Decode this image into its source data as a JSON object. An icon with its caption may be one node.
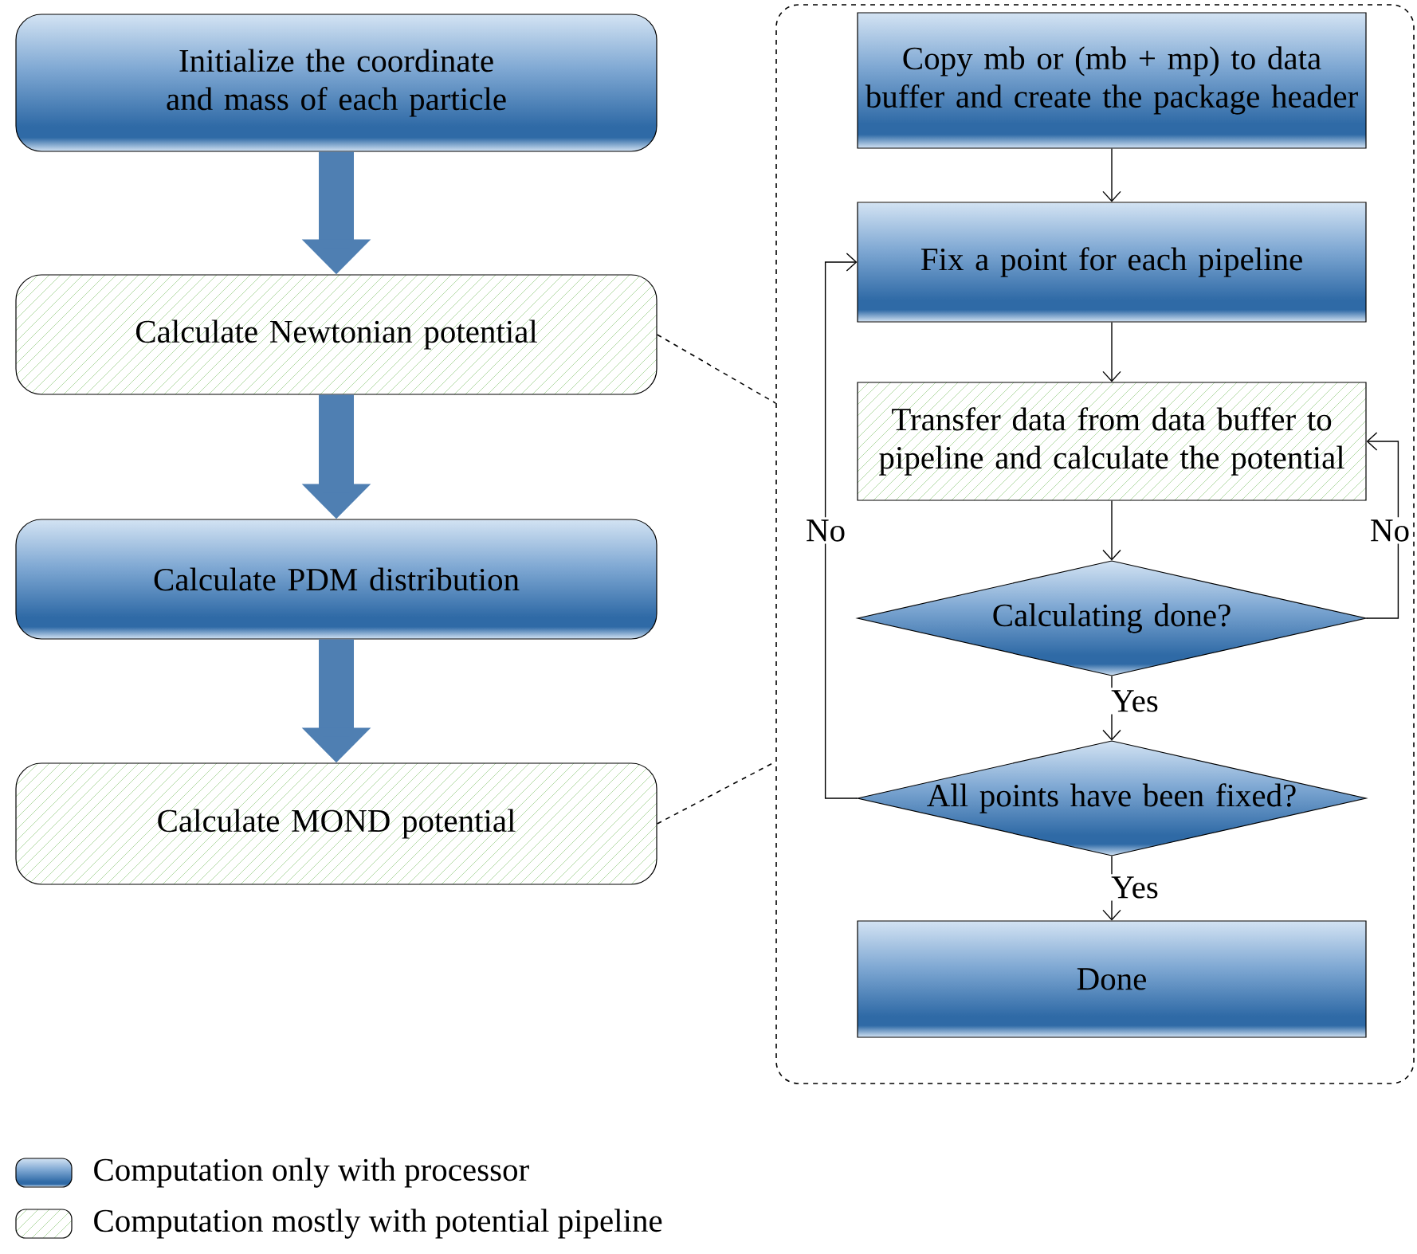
{
  "diagram": {
    "nodes": [
      {
        "text": [
          "Initialize the coordinate and mass of each particle"
        ]
      },
      {
        "text": [
          "Calculate Newtonian potential"
        ]
      },
      {
        "text": [
          "Calculate PDM distribution"
        ]
      },
      {
        "text": [
          "Calculate MOND potential"
        ]
      },
      {
        "text": [],
        "shape": "box"
      },
      {
        "text": [
          "Copy mb or (mb + mp) to data buffer and create the package header"
        ],
        "in": 4
      },
      {
        "text": [
          "Fix a point for each pipeline"
        ],
        "in": 4
      },
      {
        "text": [
          "Transfer data from data buffer to pipeline and calculate the potential"
        ],
        "in": 4
      },
      {
        "text": [
          "Calculating done?"
        ],
        "in": 4
      },
      {
        "text": [
          "All points have been fixed?"
        ],
        "in": 4
      },
      {
        "text": [
          "Done"
        ],
        "in": 4
      }
    ],
    "edges": [
      {
        "from": 0,
        "to": 1,
        "arrow": "to",
        "style": "thick",
        "color": "#4f7fb2"
      },
      {
        "from": 1,
        "to": 2,
        "arrow": "to",
        "style": "thick",
        "color": "#4f7fb2"
      },
      {
        "from": 2,
        "to": 3,
        "arrow": "to",
        "style": "thick",
        "color": "#4f7fb2"
      },
      {
        "from": 1,
        "to": 4,
        "arrow": "none",
        "style": "dashed"
      },
      {
        "from": 3,
        "to": 4,
        "arrow": "none",
        "style": "dashed"
      },
      {
        "from": 5,
        "to": 6,
        "arrow": "to"
      },
      {
        "from": 6,
        "to": 7,
        "arrow": "to"
      },
      {
        "from": 7,
        "to": 8,
        "arrow": "to"
      },
      {
        "from": 8,
        "to": 7,
        "arrow": "to",
        "label": "No"
      },
      {
        "from": 8,
        "to": 9,
        "arrow": "to",
        "label": "Yes"
      },
      {
        "from": 9,
        "to": 6,
        "arrow": "to",
        "label": "No"
      },
      {
        "from": 9,
        "to": 10,
        "arrow": "to",
        "label": "Yes"
      }
    ],
    "legend": [
      {
        "text": "Computation only with processor"
      },
      {
        "text": "Computation mostly with potential pipeline"
      }
    ]
  }
}
